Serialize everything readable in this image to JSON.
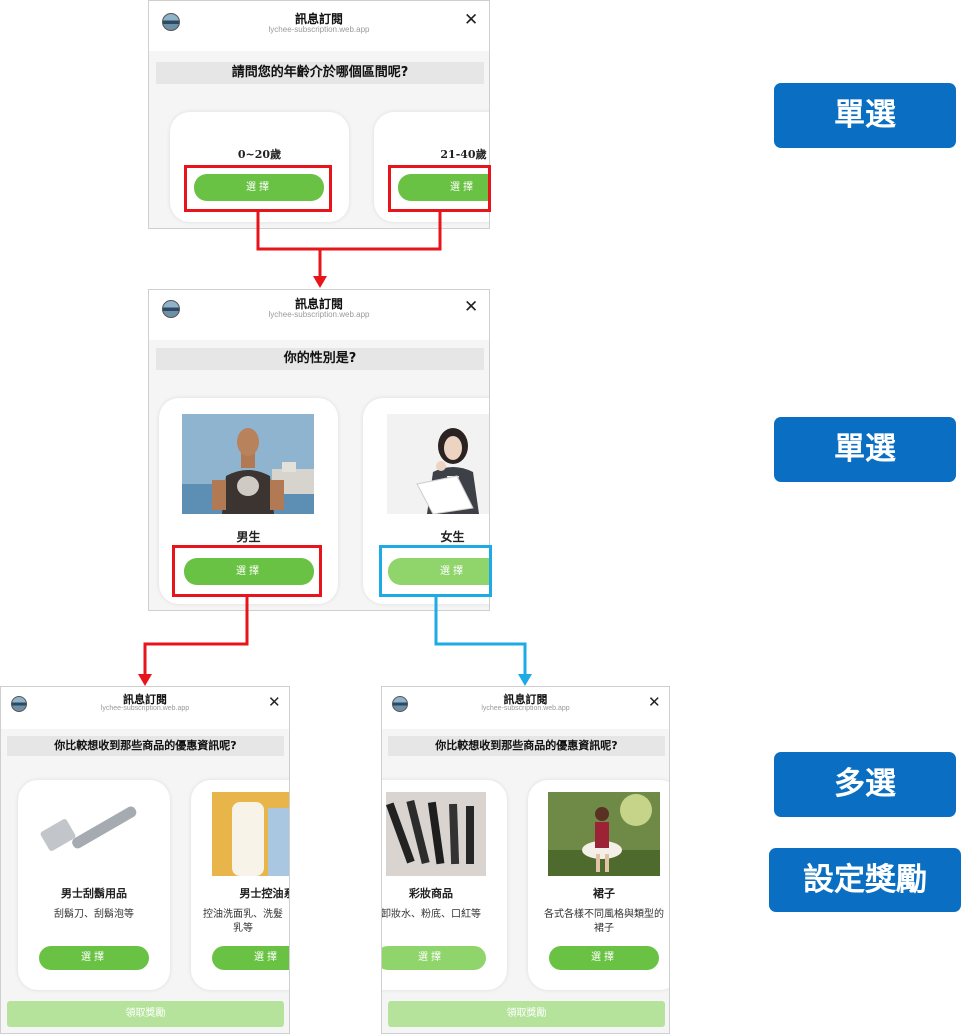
{
  "header": {
    "title": "訊息訂閱",
    "subtitle": "lychee-subscription.web.app",
    "close": "✕"
  },
  "step1": {
    "question": "請問您的年齡介於哪個區間呢?",
    "options": [
      {
        "label": "0~20歲",
        "button": "選擇"
      },
      {
        "label": "21-40歲",
        "button": "選擇"
      }
    ]
  },
  "step2": {
    "question": "你的性別是?",
    "options": [
      {
        "label": "男生",
        "button": "選擇"
      },
      {
        "label": "女生",
        "button": "選擇"
      }
    ]
  },
  "step3_male": {
    "question": "你比較想收到那些商品的優惠資訊呢?",
    "options": [
      {
        "label": "男士刮鬍用品",
        "desc": "刮鬍刀、刮鬍泡等",
        "button": "選擇"
      },
      {
        "label": "男士控油系",
        "desc": "控油洗面乳、洗髮乳等",
        "button": "選擇"
      }
    ],
    "claim": "領取獎勵"
  },
  "step3_female": {
    "question": "你比較想收到那些商品的優惠資訊呢?",
    "options": [
      {
        "label": "彩妝商品",
        "desc": "卸妝水、粉底、口紅等",
        "button": "選擇"
      },
      {
        "label": "裙子",
        "desc": "各式各樣不同風格與類型的裙子",
        "button": "選擇"
      }
    ],
    "claim": "領取獎勵"
  },
  "tags": {
    "single1": "單選",
    "single2": "單選",
    "multi": "多選",
    "reward": "設定獎勵"
  },
  "colors": {
    "button_green": "#6ac244",
    "claim_green": "#b5e39b",
    "tag_blue": "#0a6fc2",
    "highlight_red": "#e8141b",
    "highlight_blue": "#1eaae7"
  }
}
